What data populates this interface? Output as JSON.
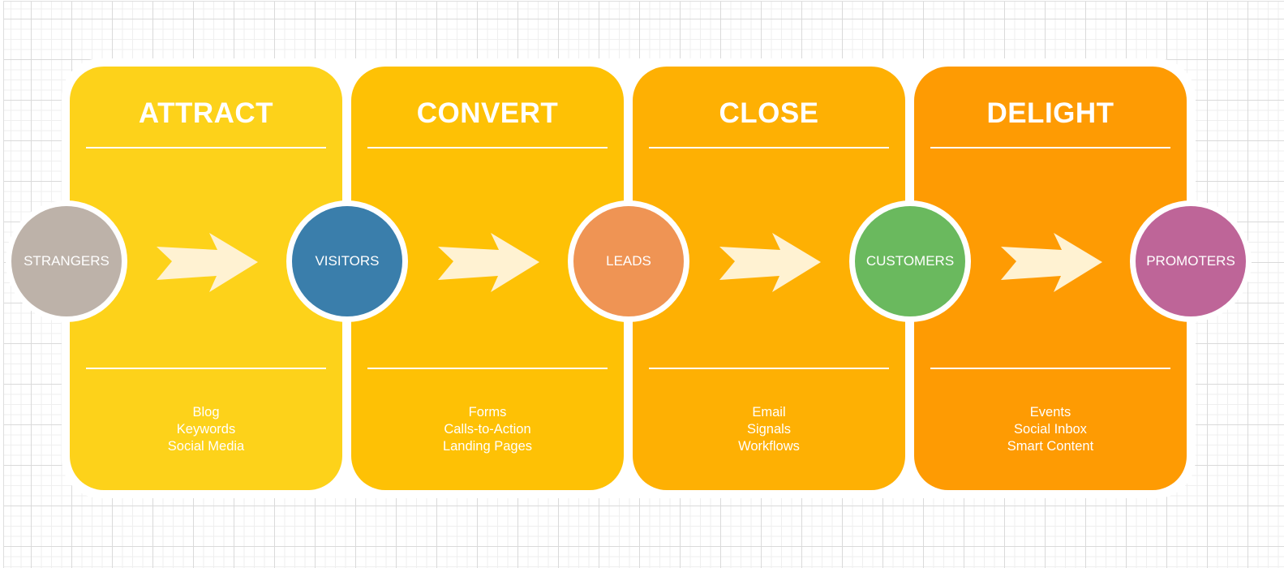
{
  "diagram": {
    "title": "Inbound Methodology",
    "stages": [
      {
        "title": "ATTRACT",
        "color": "#fdd21a",
        "tactics": [
          "Blog",
          "Keywords",
          "Social Media"
        ]
      },
      {
        "title": "CONVERT",
        "color": "#fec105",
        "tactics": [
          "Forms",
          "Calls-to-Action",
          "Landing Pages"
        ]
      },
      {
        "title": "CLOSE",
        "color": "#feb003",
        "tactics": [
          "Email",
          "Signals",
          "Workflows"
        ]
      },
      {
        "title": "DELIGHT",
        "color": "#fe9b03",
        "tactics": [
          "Events",
          "Social Inbox",
          "Smart Content"
        ]
      }
    ],
    "personas": [
      {
        "label": "STRANGERS",
        "color": "#bdb2a9"
      },
      {
        "label": "VISITORS",
        "color": "#3a7eab"
      },
      {
        "label": "LEADS",
        "color": "#ef9454"
      },
      {
        "label": "CUSTOMERS",
        "color": "#6ab95e"
      },
      {
        "label": "PROMOTERS",
        "color": "#be6598"
      }
    ],
    "arrow_color": "#fff2d2",
    "connector": "arrow-right"
  }
}
